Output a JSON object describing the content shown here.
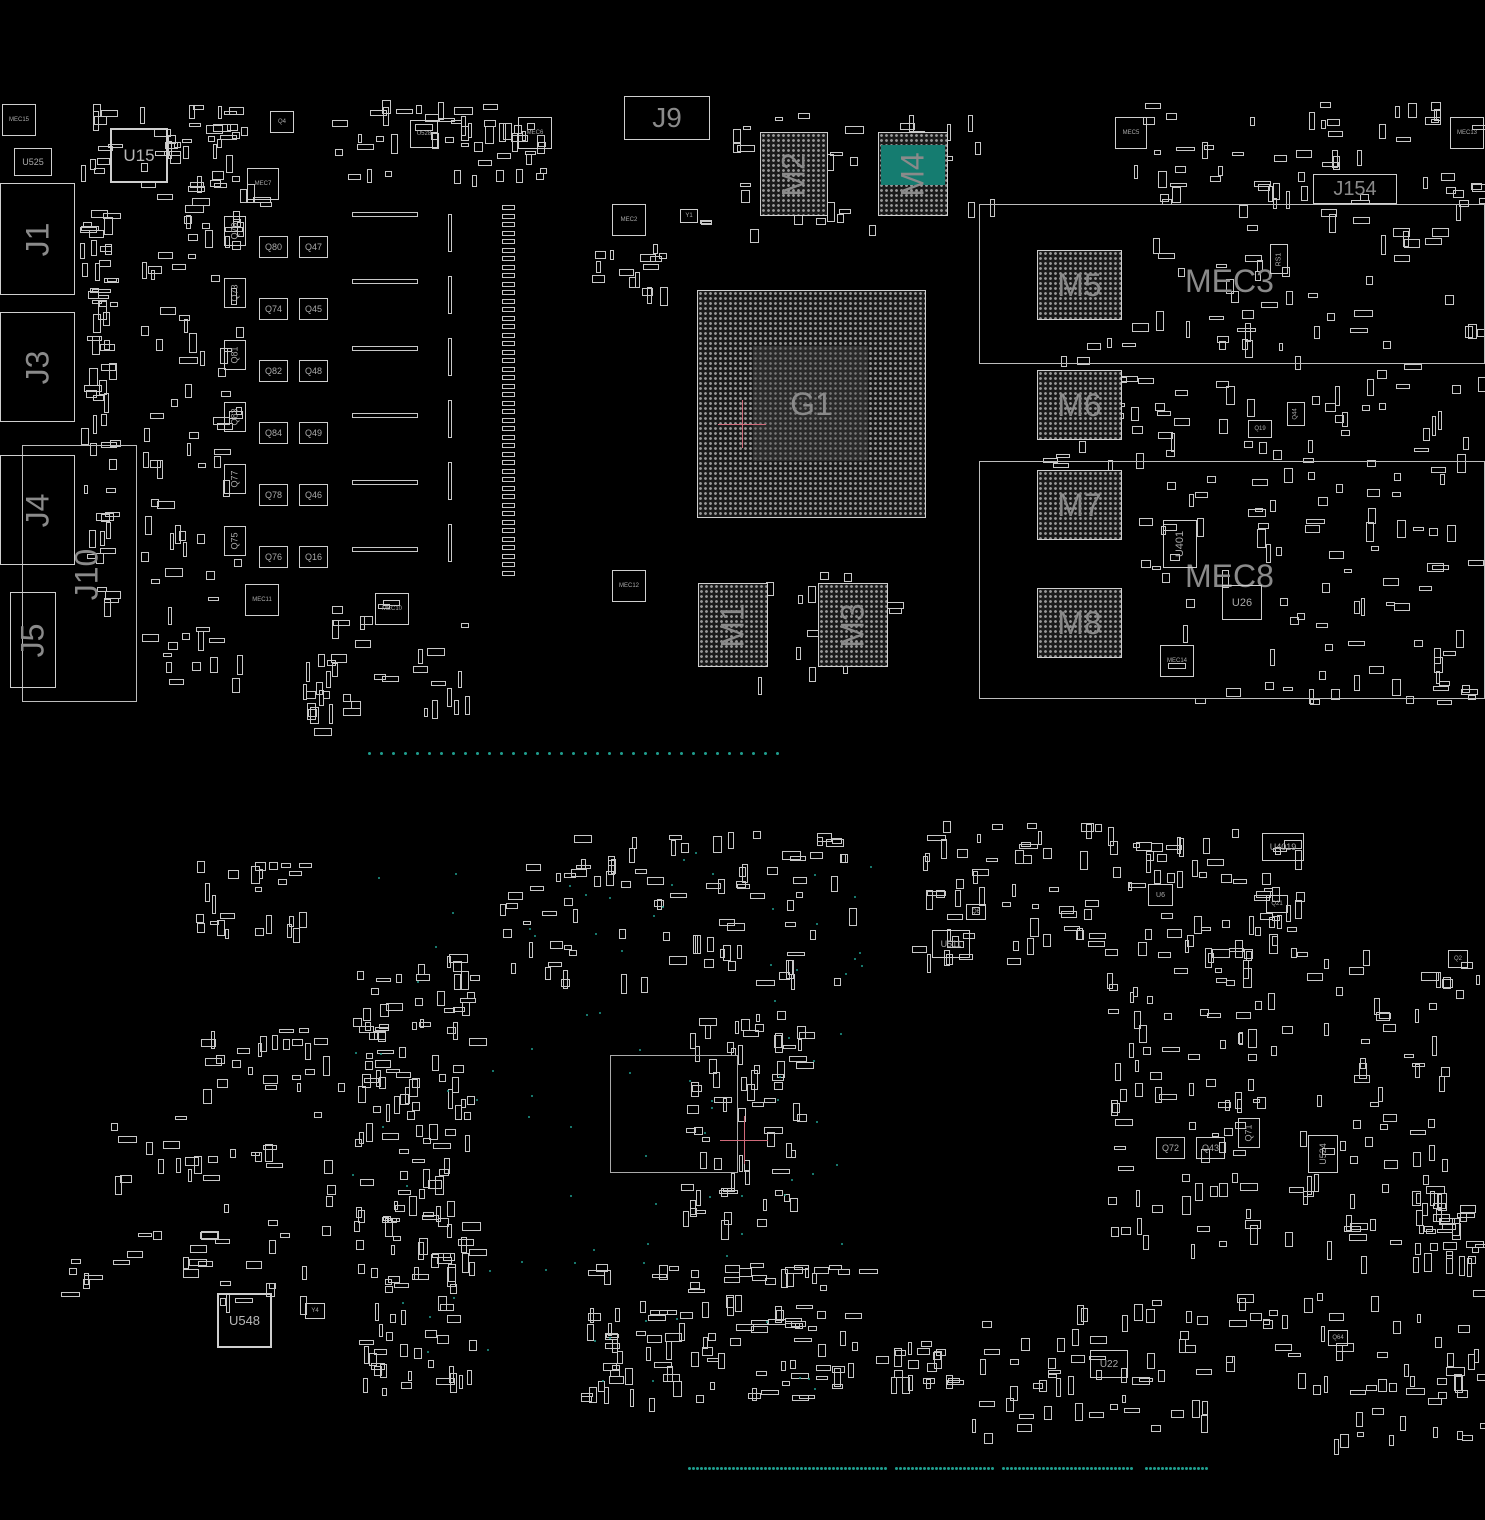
{
  "board": {
    "connectors": {
      "J1": "J1",
      "J3": "J3",
      "J4": "J4",
      "J10": "J10",
      "J5": "J5",
      "J9": "J9",
      "J154": "J154"
    },
    "ics": {
      "U15": "U15",
      "U525": "U525",
      "U528": "U528",
      "U401": "U401",
      "U26": "U26",
      "U511": "U511",
      "U4019": "U4019",
      "U548": "U548",
      "U22": "U22",
      "U524": "U524",
      "U6": "U6",
      "Q21": "Q21"
    },
    "memory": {
      "M1": "M1",
      "M2": "M2",
      "M3": "M3",
      "M4": "M4",
      "M5": "M5",
      "M6": "M6",
      "M7": "M7",
      "M8": "M8"
    },
    "gpu": "G1",
    "mec": {
      "MEC3": "MEC3",
      "MEC8": "MEC8",
      "MEC7": "MEC7",
      "MEC10": "MEC10",
      "MEC11": "MEC11",
      "MEC6": "MEC6",
      "MEC15": "MEC15",
      "MEC2": "MEC2",
      "MEC14": "MEC14",
      "MEC5": "MEC5",
      "MEC12": "MEC12",
      "MEC13": "MEC13"
    },
    "mosfets": {
      "vertical": [
        "Q79",
        "Q73",
        "Q81",
        "Q83",
        "Q77",
        "Q75"
      ],
      "left": [
        "Q80",
        "Q74",
        "Q82",
        "Q84",
        "Q78",
        "Q76"
      ],
      "right": [
        "Q47",
        "Q45",
        "Q48",
        "Q49",
        "Q46",
        "Q16"
      ],
      "misc": {
        "Q4": "Q4",
        "Q19": "Q19",
        "Q44": "Q44",
        "Q72": "Q72",
        "Q43": "Q43",
        "Q71": "Q71",
        "Q6": "Q6",
        "Q2": "Q2",
        "Q64": "Q64",
        "Y4": "Y4",
        "Y1": "Y1",
        "RS1": "RS1"
      }
    }
  },
  "colors": {
    "background": "#000000",
    "outline": "#cfcfcf",
    "net_highlight": "#1f9e8e",
    "cursor": "#d06a7a"
  }
}
